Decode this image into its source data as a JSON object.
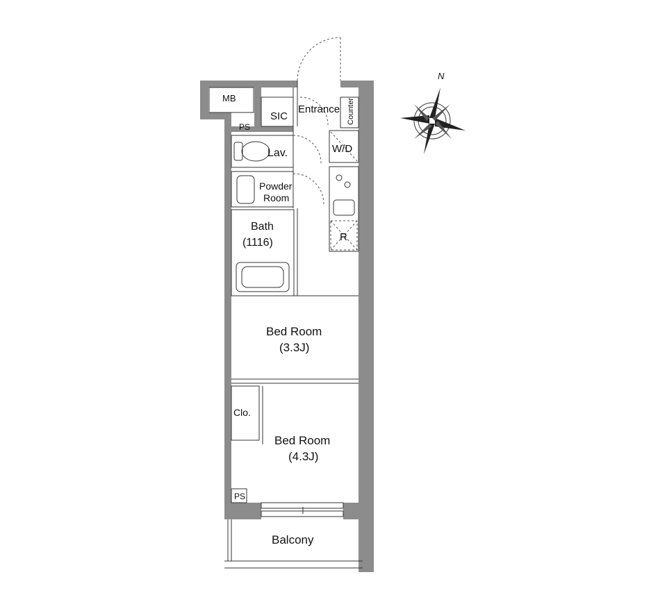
{
  "compass": {
    "north_label": "N"
  },
  "rooms": {
    "mb": "MB",
    "ps_top": "PS",
    "sic": "SIC",
    "entrance": "Entrance",
    "counter": "Counter",
    "lav": "Lav.",
    "wd": "W/D",
    "powder_line1": "Powder",
    "powder_line2": "Room",
    "bath_line1": "Bath",
    "bath_line2": "(1116)",
    "fridge": "R",
    "bed1_line1": "Bed Room",
    "bed1_line2": "(3.3J)",
    "closet": "Clo.",
    "bed2_line1": "Bed Room",
    "bed2_line2": "(4.3J)",
    "ps_bottom": "PS",
    "balcony": "Balcony"
  }
}
